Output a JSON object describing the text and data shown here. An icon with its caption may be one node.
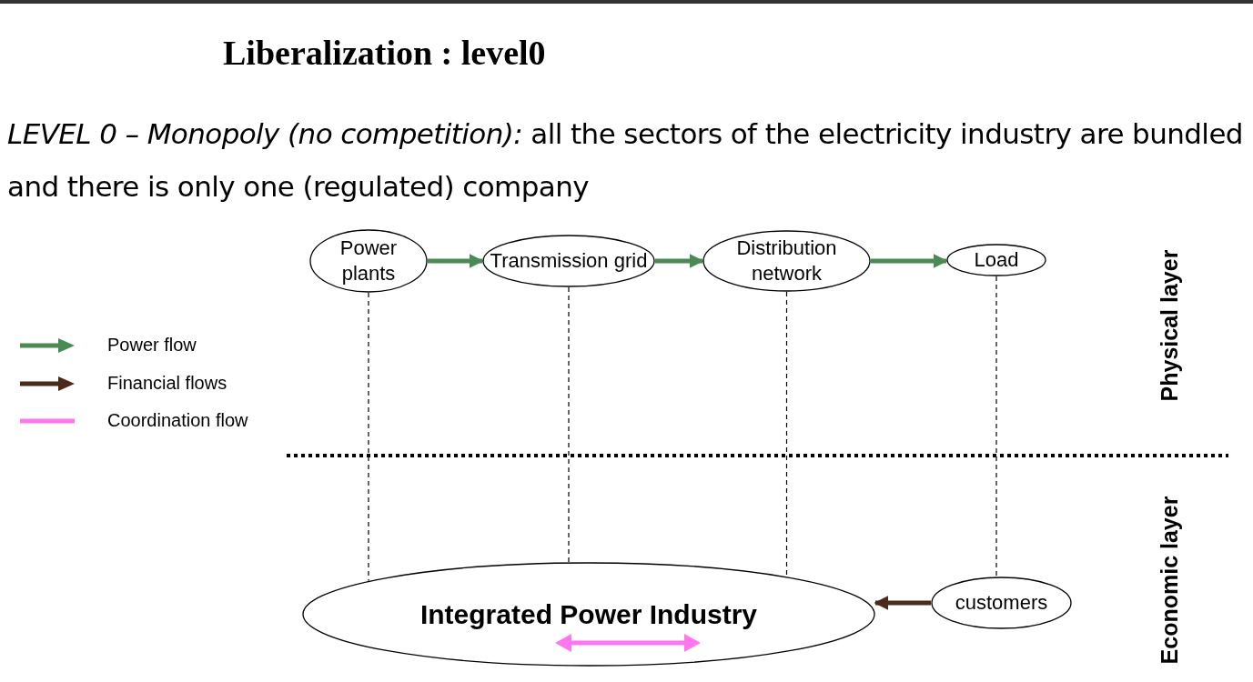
{
  "diagram": {
    "title": "Liberalization : level0",
    "nodes": [
      {
        "text": [
          "Power plants"
        ]
      },
      {
        "text": [
          "Transmission grid"
        ]
      },
      {
        "text": [
          "Distribution network"
        ]
      },
      {
        "text": [
          "Load"
        ]
      },
      {
        "text": [
          "Integrated Power Industry"
        ]
      },
      {
        "text": [
          "customers"
        ]
      }
    ],
    "edges": [
      {
        "from": 0,
        "to": 1,
        "arrow": "to",
        "style": "thick",
        "color": "#4a8a55"
      },
      {
        "from": 1,
        "to": 2,
        "arrow": "to",
        "style": "thick",
        "color": "#4a8a55"
      },
      {
        "from": 2,
        "to": 3,
        "arrow": "to",
        "style": "thick",
        "color": "#4a8a55"
      },
      {
        "from": 0,
        "to": 4,
        "arrow": "none",
        "style": "dashed"
      },
      {
        "from": 1,
        "to": 4,
        "arrow": "none",
        "style": "dashed"
      },
      {
        "from": 2,
        "to": 4,
        "arrow": "none",
        "style": "dashed"
      },
      {
        "from": 3,
        "to": 5,
        "arrow": "none",
        "style": "dashed"
      },
      {
        "from": 5,
        "to": 4,
        "arrow": "to",
        "style": "thick",
        "color": "#4a2a1a"
      }
    ],
    "labels": [
      "*LEVEL 0 – Monopoly (no competition):* all the sectors of the electricity industry are bundled and there is only one (regulated) company",
      "Physical layer",
      "Economic layer"
    ],
    "legend": [
      {
        "text": "Power flow",
        "color": "#4a8a55"
      },
      {
        "text": "Financial flows",
        "color": "#4a2a1a"
      },
      {
        "text": "Coordination flow",
        "color": "#ff77ee"
      }
    ]
  }
}
